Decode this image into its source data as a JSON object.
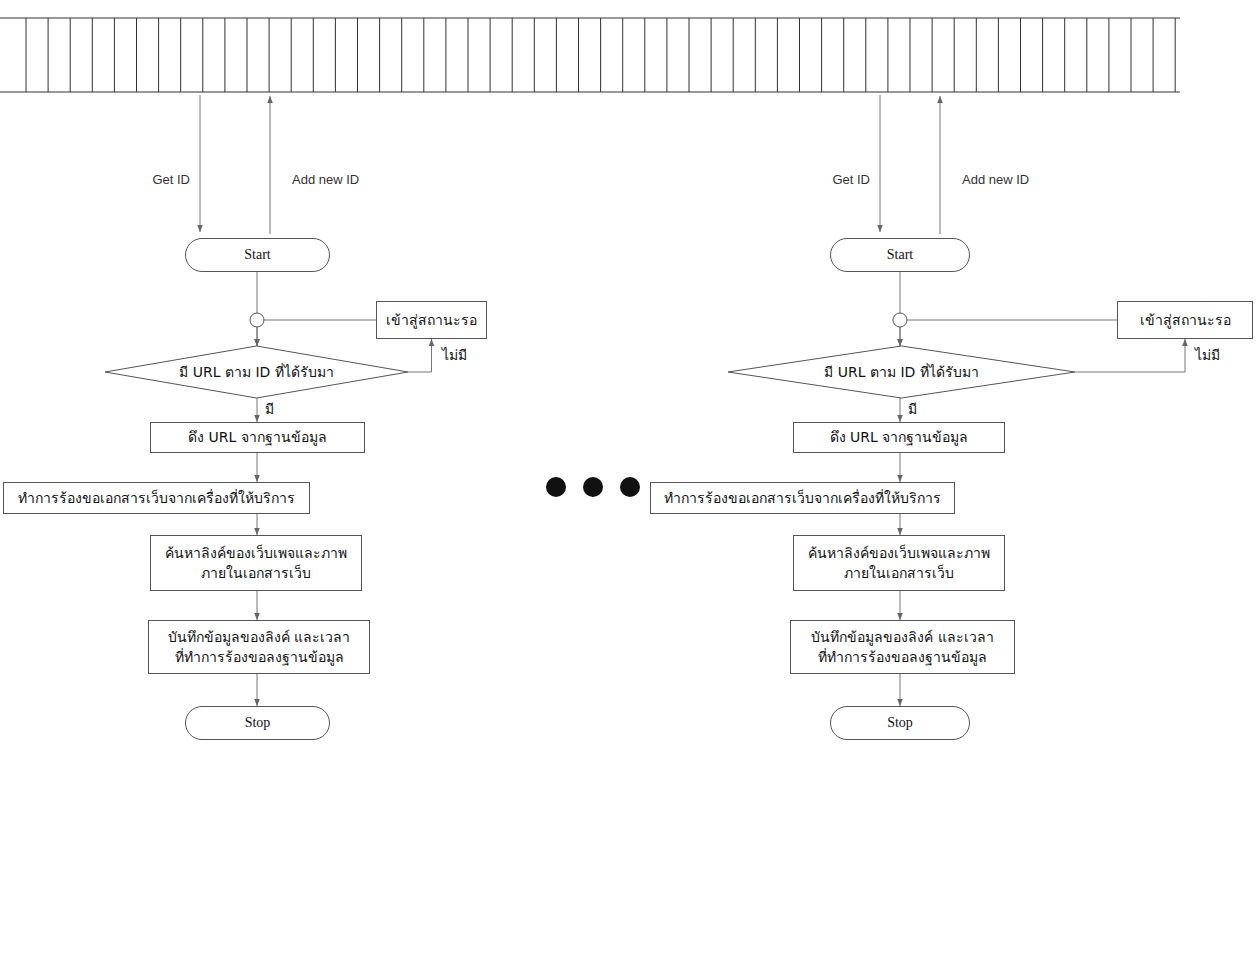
{
  "diagram": {
    "nodes": [
      {
        "text": [
          "Start"
        ]
      },
      {
        "text": [
          "เข้าสู่สถานะรอ"
        ]
      },
      {
        "text": [
          "มี URL ตาม ID ที่ได้รับมา"
        ]
      },
      {
        "text": [
          "ดึง URL จากฐานข้อมูล"
        ]
      },
      {
        "text": [
          "ทำการร้องขอเอกสารเว็บจากเครื่องที่ให้บริการ"
        ]
      },
      {
        "text": [
          "ค้นหาลิงค์ของเว็บเพจและภาพ ภายในเอกสารเว็บ"
        ]
      },
      {
        "text": [
          "บันทึกข้อมูลของลิงค์ และเวลาที่ทำการร้องขอลงฐานข้อมูล"
        ]
      },
      {
        "text": [
          "Stop"
        ]
      },
      {
        "text": [
          "Start"
        ]
      },
      {
        "text": [
          "เข้าสู่สถานะรอ"
        ]
      },
      {
        "text": [
          "มี URL ตาม ID ที่ได้รับมา"
        ]
      },
      {
        "text": [
          "ดึง URL จากฐานข้อมูล"
        ]
      },
      {
        "text": [
          "ทำการร้องขอเอกสารเว็บจากเครื่องที่ให้บริการ"
        ]
      },
      {
        "text": [
          "ค้นหาลิงค์ของเว็บเพจและภาพ ภายในเอกสารเว็บ"
        ]
      },
      {
        "text": [
          "บันทึกข้อมูลของลิงค์ และเวลาที่ทำการร้องขอลงฐานข้อมูล"
        ]
      },
      {
        "text": [
          "Stop"
        ]
      }
    ],
    "edges": [
      {
        "from": 0,
        "to": 2,
        "arrow": "to"
      },
      {
        "from": 1,
        "to": 2,
        "arrow": "to"
      },
      {
        "from": 2,
        "to": 1,
        "label": "ไม่มี",
        "arrow": "to"
      },
      {
        "from": 2,
        "to": 3,
        "label": "มี",
        "arrow": "to"
      },
      {
        "from": 3,
        "to": 4,
        "arrow": "to"
      },
      {
        "from": 4,
        "to": 5,
        "arrow": "to"
      },
      {
        "from": 5,
        "to": 6,
        "arrow": "to"
      },
      {
        "from": 6,
        "to": 7,
        "arrow": "to"
      },
      {
        "from": 8,
        "to": 10,
        "arrow": "to"
      },
      {
        "from": 9,
        "to": 10,
        "arrow": "to"
      },
      {
        "from": 10,
        "to": 9,
        "label": "ไม่มี",
        "arrow": "to"
      },
      {
        "from": 10,
        "to": 11,
        "label": "มี",
        "arrow": "to"
      },
      {
        "from": 11,
        "to": 12,
        "arrow": "to"
      },
      {
        "from": 12,
        "to": 13,
        "arrow": "to"
      },
      {
        "from": 13,
        "to": 14,
        "arrow": "to"
      },
      {
        "from": 14,
        "to": 15,
        "arrow": "to"
      }
    ],
    "labels": [
      "Get ID",
      "Add new ID",
      "Get ID",
      "Add new ID"
    ]
  }
}
